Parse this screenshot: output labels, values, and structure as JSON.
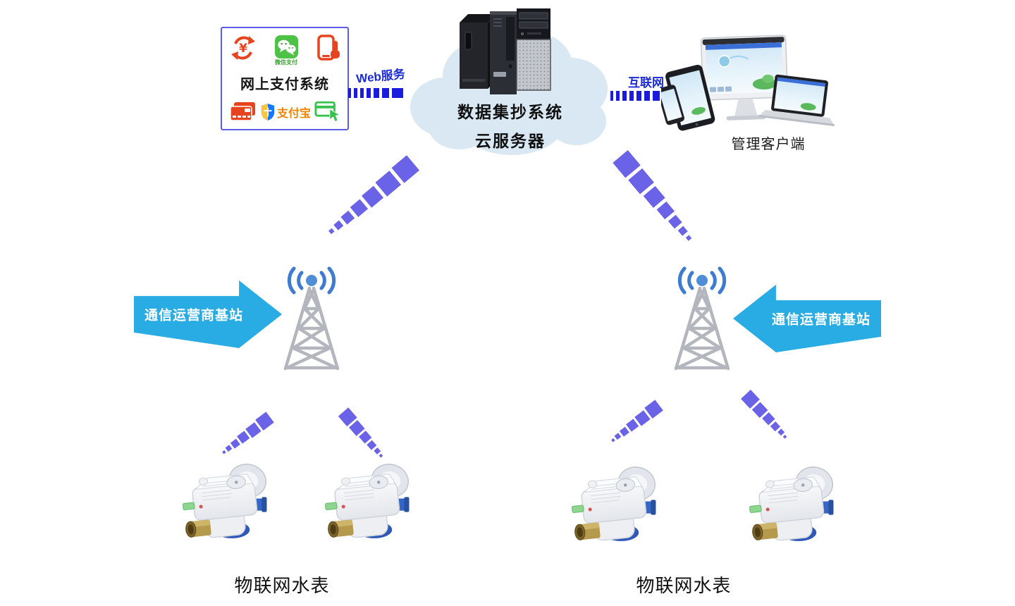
{
  "canvas": {
    "background": "#ffffff"
  },
  "payment_system": {
    "title": "网上支付系统",
    "wechat_caption": "微信支付",
    "alipay_text": "支付宝",
    "icons": [
      "refresh-yen-icon",
      "wechat-pay-icon",
      "mobile-pay-icon",
      "bank-cards-icon",
      "alipay-shield-icon",
      "card-swipe-icon"
    ]
  },
  "links": {
    "web_service": "Web服务",
    "internet": "互联网"
  },
  "cloud_server": {
    "title_line1": "数据集抄系统",
    "title_line2": "云服务器"
  },
  "management_client": {
    "label": "管理客户端"
  },
  "base_station_left": {
    "label": "通信运营商基站"
  },
  "base_station_right": {
    "label": "通信运营商基站"
  },
  "water_meters_left": {
    "label": "物联网水表"
  },
  "water_meters_right": {
    "label": "物联网水表"
  },
  "colors": {
    "dash_horizontal": "#1b1be0",
    "dash_diagonal": "#6a63e8",
    "link_label_blue": "#1c2bd8",
    "arrow_cyan": "#29abe3",
    "payment_border": "#5c5ce8",
    "cloud_fill": "#d9e8f3",
    "tower_gray": "#b3b6bd",
    "wifi_blue": "#3d7cd0"
  }
}
